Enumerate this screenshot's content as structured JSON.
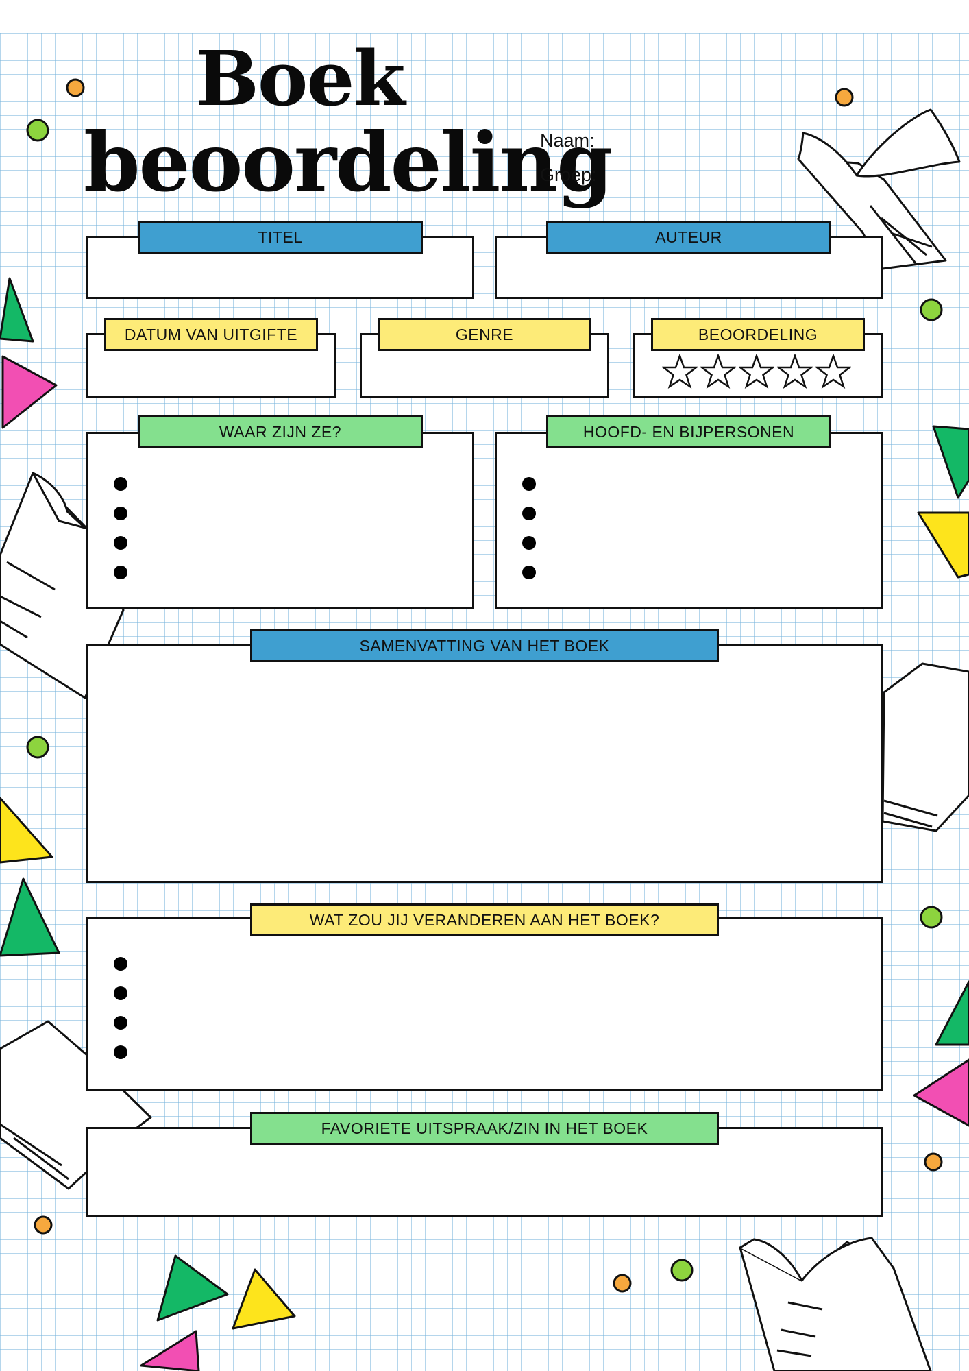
{
  "header": {
    "title_line1": "Boek",
    "title_line2": "beoordeling",
    "naam_label": "Naam:",
    "groep_label": "Groep:"
  },
  "fields": {
    "titel": "TITEL",
    "auteur": "AUTEUR",
    "datum": "DATUM VAN UITGIFTE",
    "genre": "GENRE",
    "beoordeling": "BEOORDELING",
    "waar": "WAAR ZIJN ZE?",
    "personen": "HOOFD- EN BIJPERSONEN",
    "samenvatting": "SAMENVATTING VAN HET BOEK",
    "veranderen": "WAT ZOU JIJ VERANDEREN AAN HET BOEK?",
    "uitspraak": "FAVORIETE UITSPRAAK/ZIN IN HET BOEK"
  },
  "rating": {
    "max_stars": 5,
    "filled_stars": 0
  },
  "bullets_per_list": 4,
  "colors": {
    "label_blue": "#3f9fd0",
    "label_yellow": "#fdeb78",
    "label_green": "#84e08e",
    "grid_blue": "#78b4dc",
    "accent_pink": "#f24fb3",
    "accent_green": "#14b866",
    "accent_yellow": "#fde41c",
    "dot_orange": "#f6a83e",
    "dot_green": "#8dd43e"
  },
  "icons": [
    "open-book-icon",
    "star-icon",
    "bullet-icon",
    "triangle-confetti-icon",
    "dot-confetti-icon"
  ]
}
